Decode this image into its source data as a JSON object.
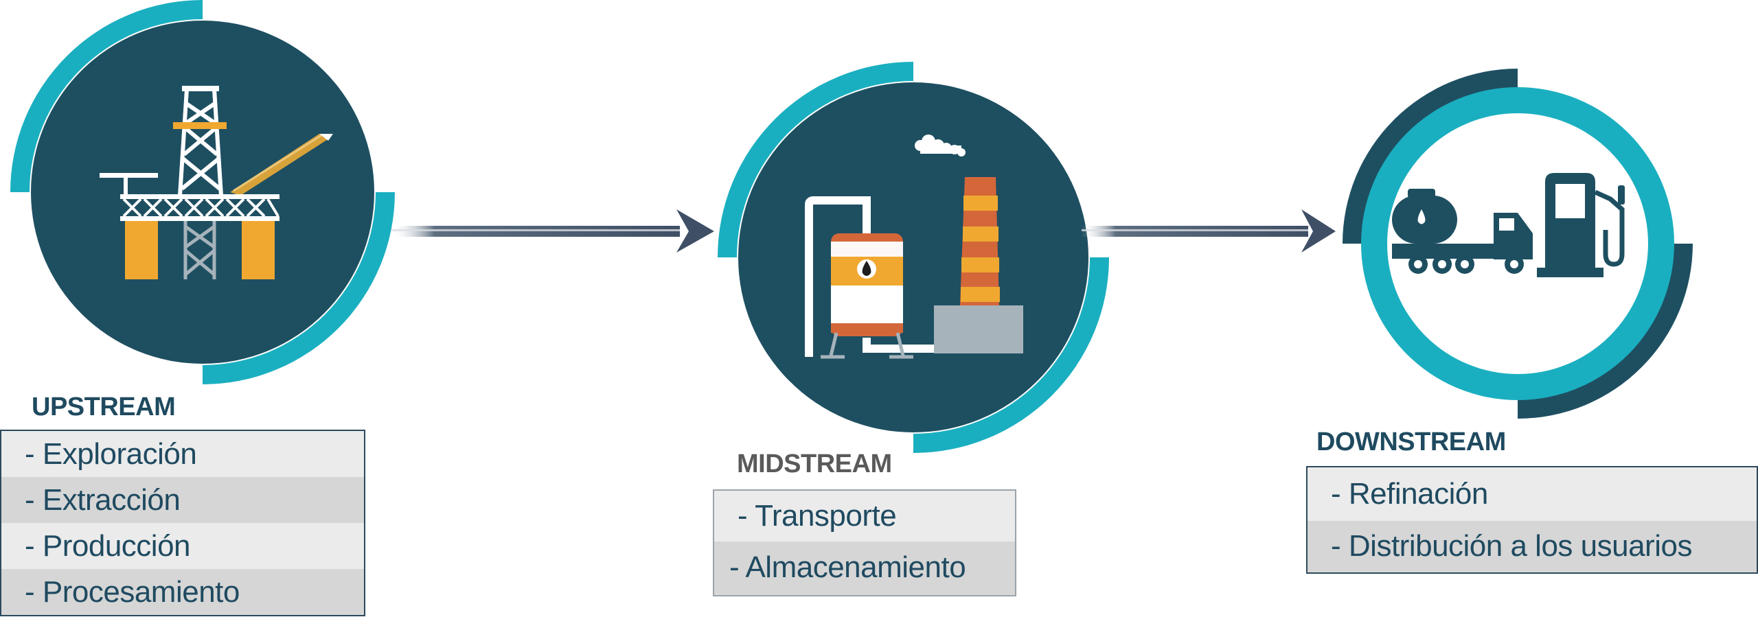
{
  "colors": {
    "navy": "#1e4f61",
    "teal": "#1aafc0",
    "orange": "#f0a830",
    "rust": "#d4673a",
    "gray": "#a6b3bb",
    "title_blue": "#1f4a60",
    "title_gray": "#5a5a5a"
  },
  "stages": {
    "upstream": {
      "title": "UPSTREAM",
      "icon": "offshore-oil-platform-icon",
      "items": [
        "Exploración",
        "Extracción",
        "Producción",
        "Procesamiento"
      ]
    },
    "midstream": {
      "title": "MIDSTREAM",
      "icon": "refinery-tank-chimney-icon",
      "items": [
        "Transporte",
        "Almacenamiento"
      ]
    },
    "downstream": {
      "title": "DOWNSTREAM",
      "icon": "tanker-truck-fuel-pump-icon",
      "items": [
        "Refinación",
        "Distribución a los usuarios"
      ]
    }
  },
  "arrows": [
    "upstream-to-midstream",
    "midstream-to-downstream"
  ]
}
